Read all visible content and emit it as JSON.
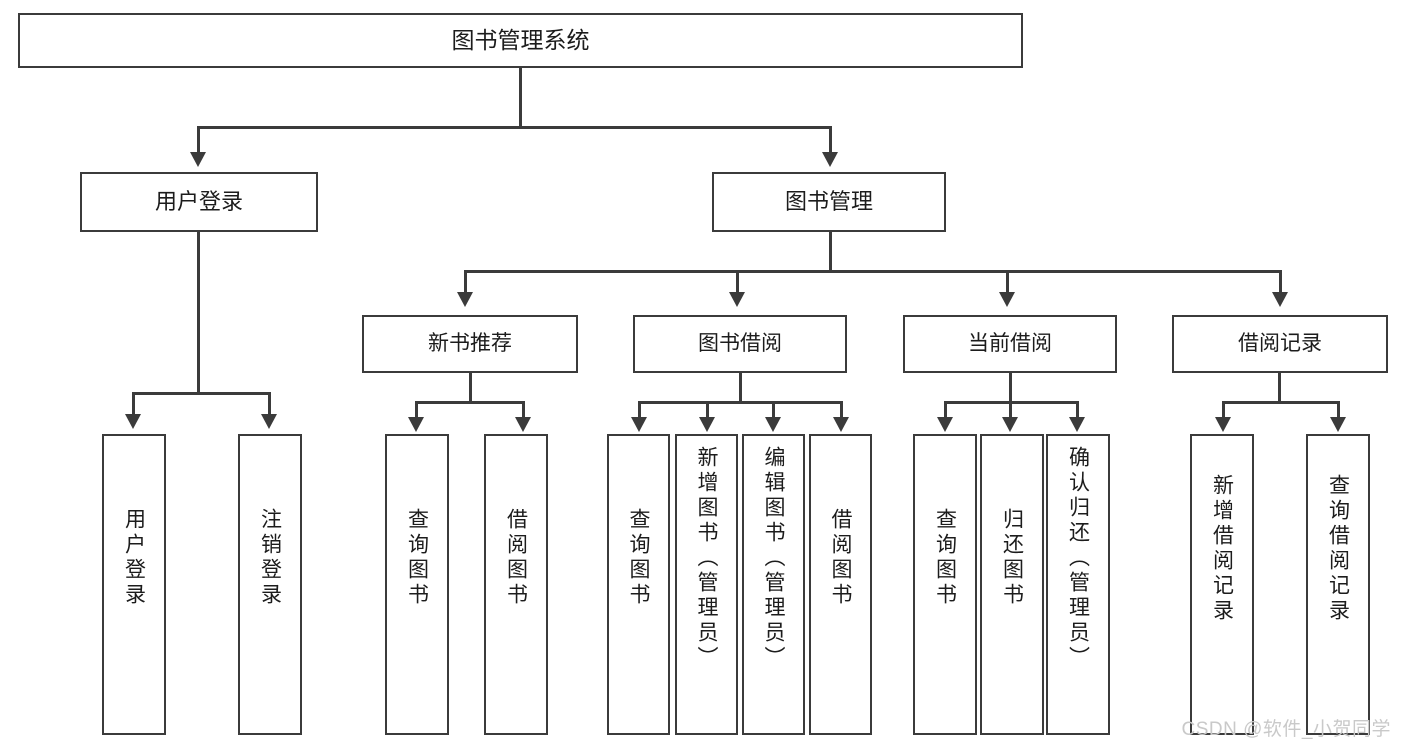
{
  "diagram": {
    "type": "tree-hierarchy",
    "title": "图书管理系统",
    "watermark": "CSDN @软件_小贺同学",
    "colors": {
      "background": "#ffffff",
      "border": "#3b3b3b",
      "text": "#1c1c1c",
      "watermark": "#c9c9c9"
    },
    "root": {
      "label": "图书管理系统"
    },
    "level1": [
      {
        "label": "用户登录"
      },
      {
        "label": "图书管理"
      }
    ],
    "level2": [
      {
        "label": "新书推荐"
      },
      {
        "label": "图书借阅"
      },
      {
        "label": "当前借阅"
      },
      {
        "label": "借阅记录"
      }
    ],
    "leaves": {
      "user_login": [
        {
          "label": "用户登录"
        },
        {
          "label": "注销登录"
        }
      ],
      "new_book_recommend": [
        {
          "label": "查询图书"
        },
        {
          "label": "借阅图书"
        }
      ],
      "book_borrow": [
        {
          "label": "查询图书"
        },
        {
          "label": "新增图书（管理员）"
        },
        {
          "label": "编辑图书（管理员）"
        },
        {
          "label": "借阅图书"
        }
      ],
      "current_borrow": [
        {
          "label": "查询图书"
        },
        {
          "label": "归还图书"
        },
        {
          "label": "确认归还（管理员）"
        }
      ],
      "borrow_records": [
        {
          "label": "新增借阅记录"
        },
        {
          "label": "查询借阅记录"
        }
      ]
    }
  }
}
